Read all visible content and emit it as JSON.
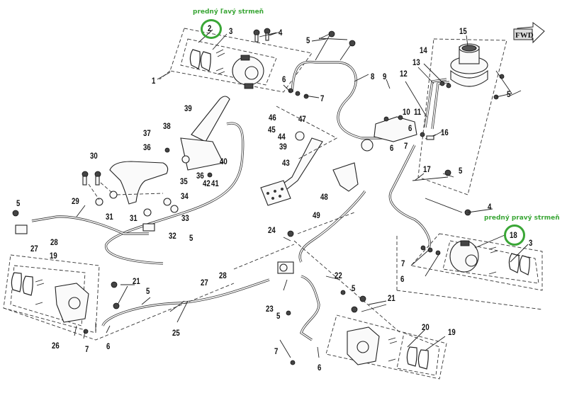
{
  "diagram": {
    "title": "Brake system exploded parts diagram",
    "accent_color": "#3aa636",
    "annotations": [
      {
        "id": "front-left-caliper",
        "text": "predný ľavý strmeň",
        "highlighted_part": "2"
      },
      {
        "id": "front-right-caliper",
        "text": "predný pravý strmeň",
        "highlighted_part": "18"
      }
    ],
    "direction_badge": {
      "text": "FWD",
      "icon": "arrow-right-icon"
    },
    "callouts": [
      {
        "n": "1"
      },
      {
        "n": "2"
      },
      {
        "n": "3"
      },
      {
        "n": "4"
      },
      {
        "n": "5"
      },
      {
        "n": "6"
      },
      {
        "n": "7"
      },
      {
        "n": "8"
      },
      {
        "n": "9"
      },
      {
        "n": "10"
      },
      {
        "n": "11"
      },
      {
        "n": "12"
      },
      {
        "n": "13"
      },
      {
        "n": "14"
      },
      {
        "n": "15"
      },
      {
        "n": "16"
      },
      {
        "n": "17"
      },
      {
        "n": "18"
      },
      {
        "n": "19"
      },
      {
        "n": "20"
      },
      {
        "n": "21"
      },
      {
        "n": "22"
      },
      {
        "n": "23"
      },
      {
        "n": "24"
      },
      {
        "n": "25"
      },
      {
        "n": "26"
      },
      {
        "n": "27"
      },
      {
        "n": "28"
      },
      {
        "n": "29"
      },
      {
        "n": "30"
      },
      {
        "n": "31"
      },
      {
        "n": "32"
      },
      {
        "n": "33"
      },
      {
        "n": "34"
      },
      {
        "n": "35"
      },
      {
        "n": "36"
      },
      {
        "n": "37"
      },
      {
        "n": "38"
      },
      {
        "n": "39"
      },
      {
        "n": "40"
      },
      {
        "n": "41"
      },
      {
        "n": "42"
      },
      {
        "n": "43"
      },
      {
        "n": "44"
      },
      {
        "n": "45"
      },
      {
        "n": "46"
      },
      {
        "n": "47"
      },
      {
        "n": "48"
      },
      {
        "n": "49"
      }
    ]
  }
}
